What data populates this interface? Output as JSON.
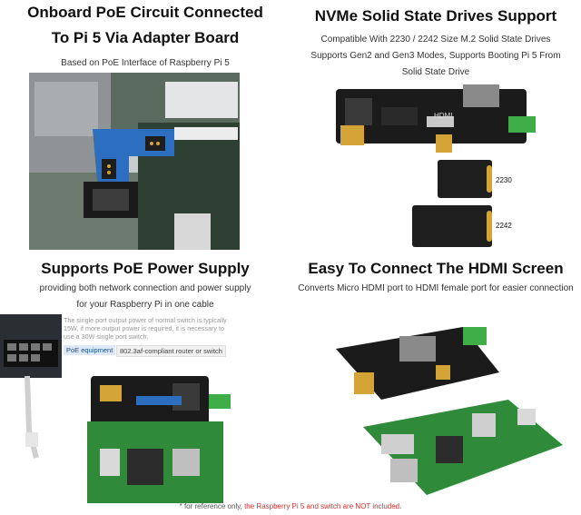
{
  "panels": {
    "onboard_poe": {
      "title_line1": "Onboard PoE Circuit Connected",
      "title_line2": "To Pi 5 Via Adapter Board",
      "subtitle": "Based on PoE Interface of Raspberry Pi 5"
    },
    "nvme": {
      "title": "NVMe Solid State Drives Support",
      "line1": "Compatible With 2230 / 2242 Size M.2 Solid State Drives",
      "line2": "Supports Gen2 and Gen3 Modes, Supports Booting Pi 5 From",
      "line3": "Solid State Drive",
      "ssd_2230": "2230",
      "ssd_2242": "2242",
      "hdmi_silk": "HDMI"
    },
    "poe_supply": {
      "title": "Supports PoE Power Supply",
      "line1": "providing both network connection and power supply",
      "line2": "for your Raspberry Pi in one cable",
      "note": "The single port output power of normal switch is typically 15W, if more output power is required, it is necessary to use a 30W single port switch.",
      "tag_poe": "PoE equipment",
      "tag_router": "802.3af-compliant router or switch"
    },
    "hdmi": {
      "title": "Easy To Connect The HDMI Screen",
      "line1": "Converts Micro HDMI port to HDMI female port for easier connection"
    }
  },
  "footnote": {
    "prefix": "* for reference only, ",
    "highlight": "the Raspberry Pi 5 and switch are NOT included."
  },
  "colors": {
    "pcb_black": "#1b1b1b",
    "pcb_green": "#2f8a3a",
    "adapter_blue": "#2c6fc0",
    "terminal_green": "#3fae49",
    "gold": "#d4a437"
  }
}
